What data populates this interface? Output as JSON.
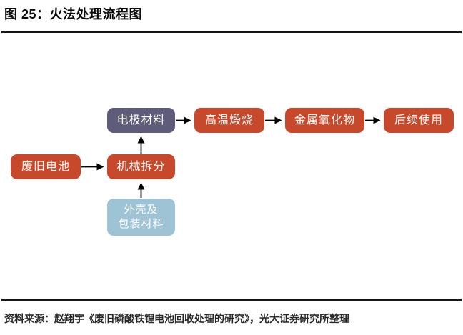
{
  "header": {
    "title": "图 25：火法处理流程图"
  },
  "flowchart": {
    "nodes": [
      {
        "id": "electrode-material",
        "label": "电极材料",
        "color": "#5E5C78"
      },
      {
        "id": "high-temp-calcination",
        "label": "高温煅烧",
        "color": "#C7482B"
      },
      {
        "id": "metal-oxides",
        "label": "金属氧化物",
        "color": "#C7482B"
      },
      {
        "id": "subsequent-use",
        "label": "后续使用",
        "color": "#C7482B"
      },
      {
        "id": "waste-batteries",
        "label": "废旧电池",
        "color": "#C7482B"
      },
      {
        "id": "mechanical-disassembly",
        "label": "机械拆分",
        "color": "#C7482B"
      },
      {
        "id": "shell-and-packaging",
        "label": "外壳及\n包装材料",
        "color": "#9DC3D5"
      }
    ],
    "edges": [
      {
        "from": "waste-batteries",
        "to": "mechanical-disassembly",
        "direction": "right"
      },
      {
        "from": "mechanical-disassembly",
        "to": "electrode-material",
        "direction": "up"
      },
      {
        "from": "shell-and-packaging",
        "to": "mechanical-disassembly",
        "direction": "up"
      },
      {
        "from": "electrode-material",
        "to": "high-temp-calcination",
        "direction": "right"
      },
      {
        "from": "high-temp-calcination",
        "to": "metal-oxides",
        "direction": "right"
      },
      {
        "from": "metal-oxides",
        "to": "subsequent-use",
        "direction": "right"
      }
    ],
    "arrow_color": "#000000"
  },
  "footer": {
    "source": "资料来源：赵翔宇《废旧磷酸铁锂电池回收处理的研究》，光大证券研究所整理"
  },
  "colors": {
    "background": "#FFFFFF",
    "rule": "#161616",
    "title_text": "#0A0A0A",
    "source_text": "#262626",
    "node_text": "#FFFFFF",
    "node_red": "#C7482B",
    "node_purple": "#5E5C78",
    "node_blue": "#9DC3D5"
  }
}
